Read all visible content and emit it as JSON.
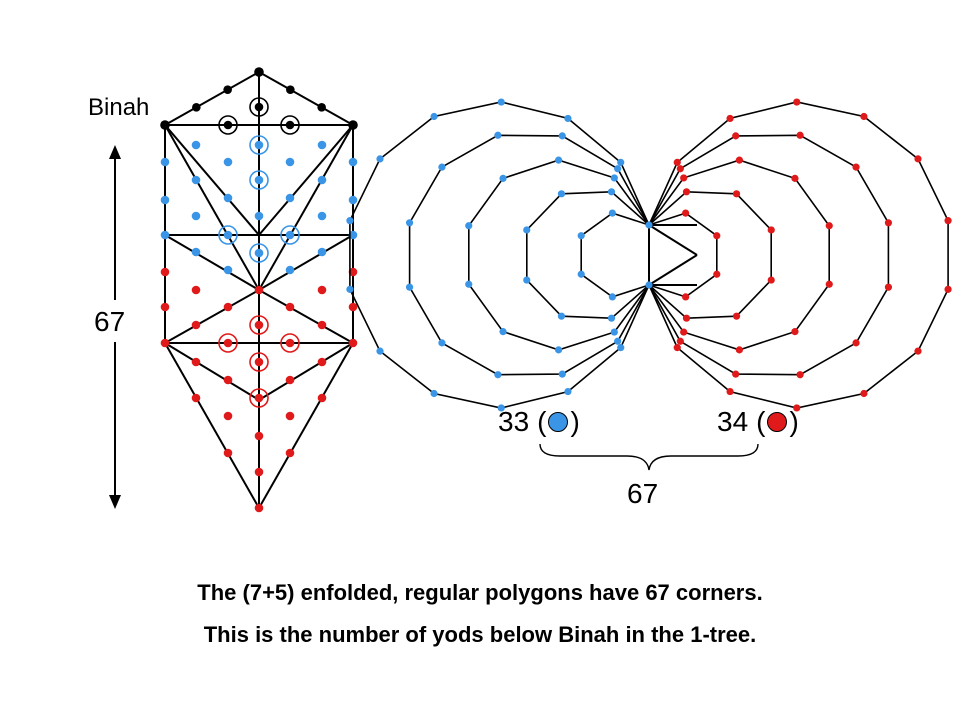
{
  "labels": {
    "binah": "Binah",
    "height_count": "67",
    "blue_count": "33",
    "red_count": "34",
    "total": "67",
    "open_paren": "(",
    "close_paren": ")"
  },
  "caption": {
    "line1": "The (7+5) enfolded, regular polygons have 67 corners.",
    "line2": "This is the number of yods below Binah in the 1-tree."
  },
  "colors": {
    "blue": "#3a95e6",
    "red": "#e01a1a",
    "black": "#000000"
  }
}
